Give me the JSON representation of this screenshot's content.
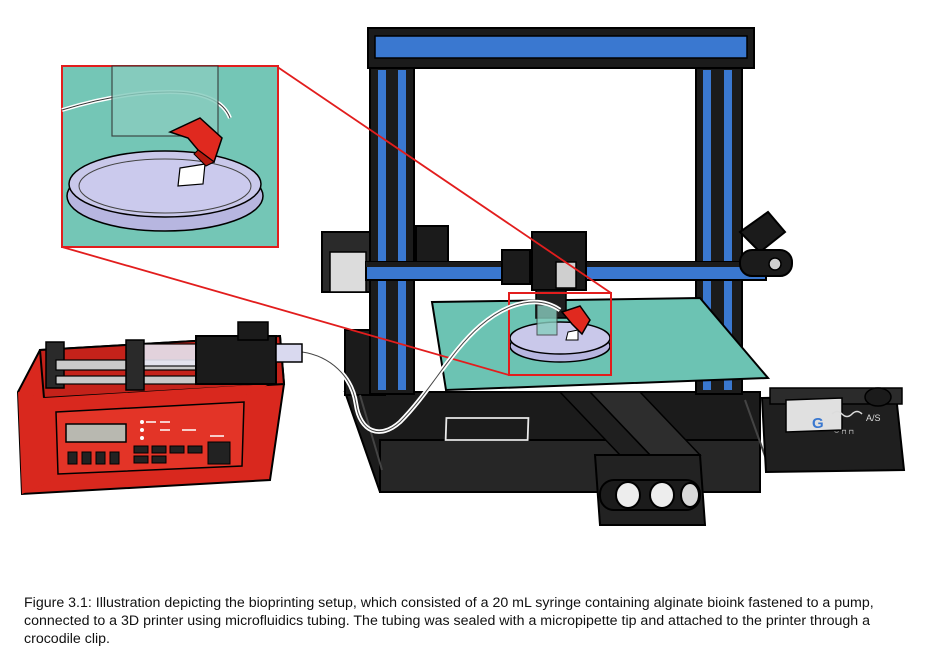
{
  "figure": {
    "caption": "Figure 3.1: Illustration depicting the bioprinting setup, which consisted of a 20 mL syringe containing alginate bioink fastened to a pump, connected to a 3D printer using microfluidics tubing. The tubing was sealed with a micropipette tip and attached to the printer through a crocodile clip."
  },
  "printer": {
    "controller_brand_text": "G",
    "controller_model_text": "A/S"
  },
  "colors": {
    "frame_blue": "#3a78d0",
    "frame_black": "#1b1b1b",
    "bed_teal": "#6cc3b3",
    "pump_red": "#d9281e",
    "clip_red": "#e0291f",
    "callout_red": "#e21d1d",
    "dish_lavender": "#c9c8ea",
    "zoom_bg": "#74c6b6"
  },
  "icons": {
    "syringe_pump": "syringe-pump-icon",
    "printer": "3d-printer-icon",
    "crocodile_clip": "crocodile-clip-icon",
    "petri_dish": "petri-dish-icon"
  }
}
